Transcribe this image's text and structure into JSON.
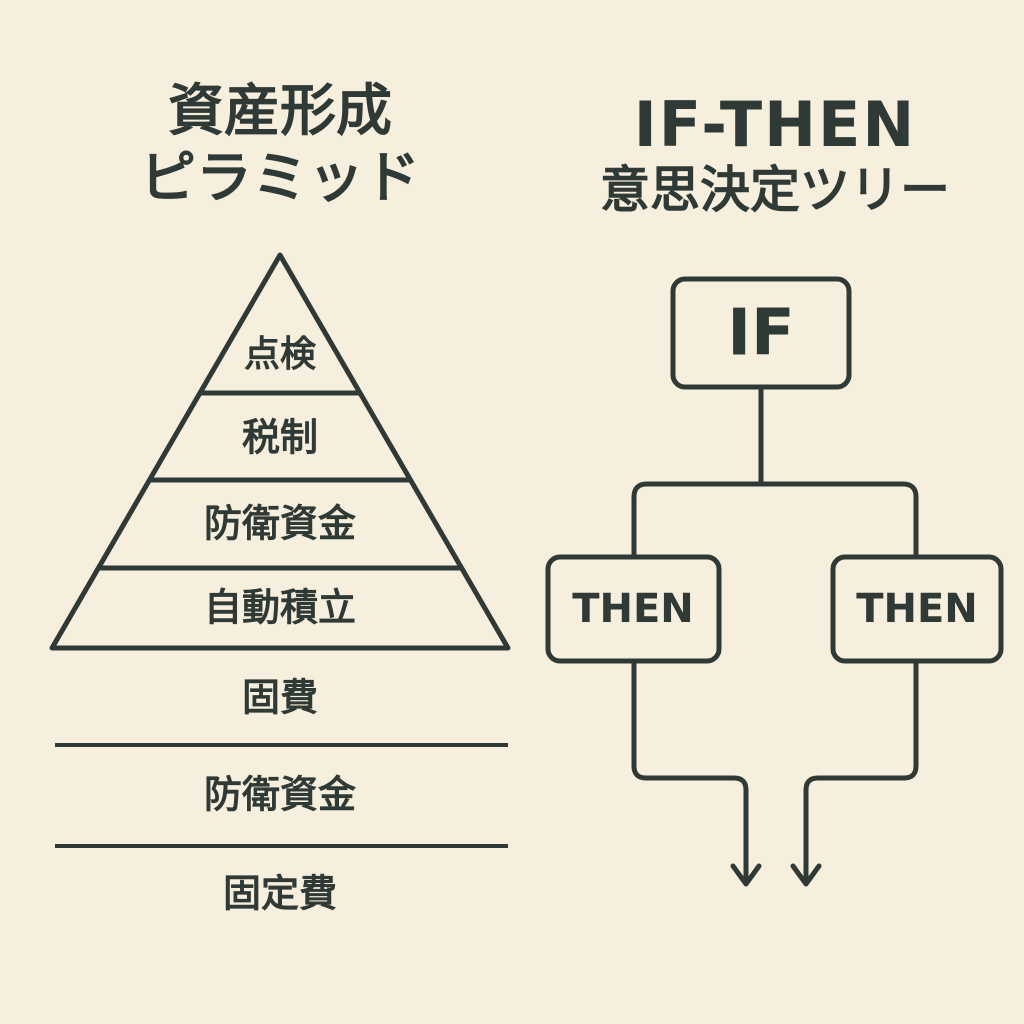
{
  "pyramid": {
    "title_line1": "資産形成",
    "title_line2": "ピラミッド",
    "layers": [
      "点検",
      "税制",
      "防衛資金",
      "自動積立"
    ],
    "base_rows": [
      "固費",
      "防衛資金",
      "固定費"
    ]
  },
  "tree": {
    "title_line1": "IF-THEN",
    "title_line2": "意思決定ツリー",
    "root": "IF",
    "branches": [
      "THEN",
      "THEN"
    ]
  },
  "colors": {
    "background": "#f7efdd",
    "ink": "#2f3a36"
  }
}
